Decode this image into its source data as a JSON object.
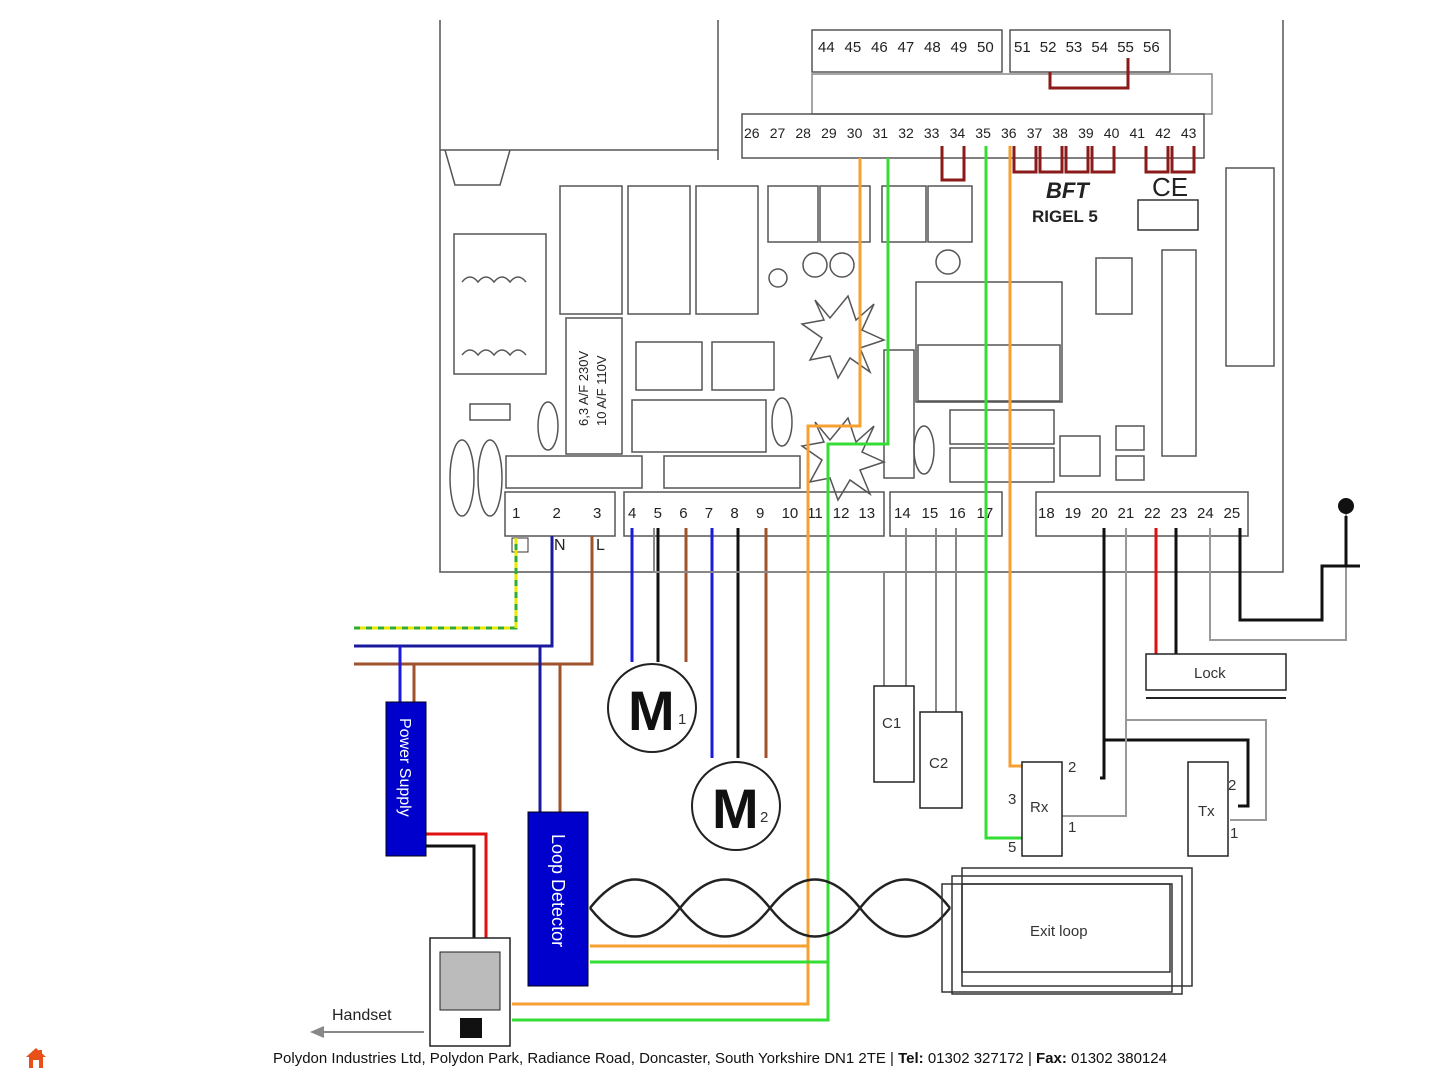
{
  "board": {
    "brand": "BFT",
    "model": "RIGEL 5",
    "ce_mark": "CE",
    "fuse_label_1": "6,3 A/F 230V",
    "fuse_label_2": "10 A/F 110V",
    "top_terminals_a": [
      "44",
      "45",
      "46",
      "47",
      "48",
      "49",
      "50"
    ],
    "top_terminals_b": [
      "51",
      "52",
      "53",
      "54",
      "55",
      "56"
    ],
    "mid_terminals": [
      "26",
      "27",
      "28",
      "29",
      "30",
      "31",
      "32",
      "33",
      "34",
      "35",
      "36",
      "37",
      "38",
      "39",
      "40",
      "41",
      "42",
      "43"
    ],
    "bottom_terminals_jp1": [
      "1",
      "2",
      "3"
    ],
    "bottom_terminals_jp2": [
      "4",
      "5",
      "6",
      "7",
      "8",
      "9",
      "10",
      "11",
      "12",
      "13"
    ],
    "bottom_terminals_jp12": [
      "14",
      "15",
      "16",
      "17"
    ],
    "bottom_terminals_jp3": [
      "18",
      "19",
      "20",
      "21",
      "22",
      "23",
      "24",
      "25"
    ],
    "mains_labels": [
      "N",
      "L"
    ]
  },
  "devices": {
    "power_supply": "Power Supply",
    "loop_detector": "Loop Detector",
    "motor1": "M",
    "motor1_sub": "1",
    "motor2": "M",
    "motor2_sub": "2",
    "capacitor1": "C1",
    "capacitor2": "C2",
    "lock": "Lock",
    "receiver": "Rx",
    "transmitter": "Tx",
    "exit_loop": "Exit loop",
    "handset": "Handset",
    "rx_pins": [
      "2",
      "3",
      "1",
      "5"
    ],
    "tx_pins": [
      "2",
      "1"
    ]
  },
  "footer": {
    "company": "Polydon Industries Ltd, Polydon Park, Radiance Road, Doncaster, South Yorkshire DN1 2TE | ",
    "tel_label": "Tel:",
    "tel_value": " 01302 327172 | ",
    "fax_label": "Fax:",
    "fax_value": " 01302 380124"
  },
  "colors": {
    "blue": "#1a1adf",
    "brown": "#a0522d",
    "green": "#33dd33",
    "orange": "#f5a030",
    "red": "#e01010",
    "dark_red": "#8b1a1a",
    "device_blue": "#0000cc",
    "home_icon": "#e8501a"
  }
}
